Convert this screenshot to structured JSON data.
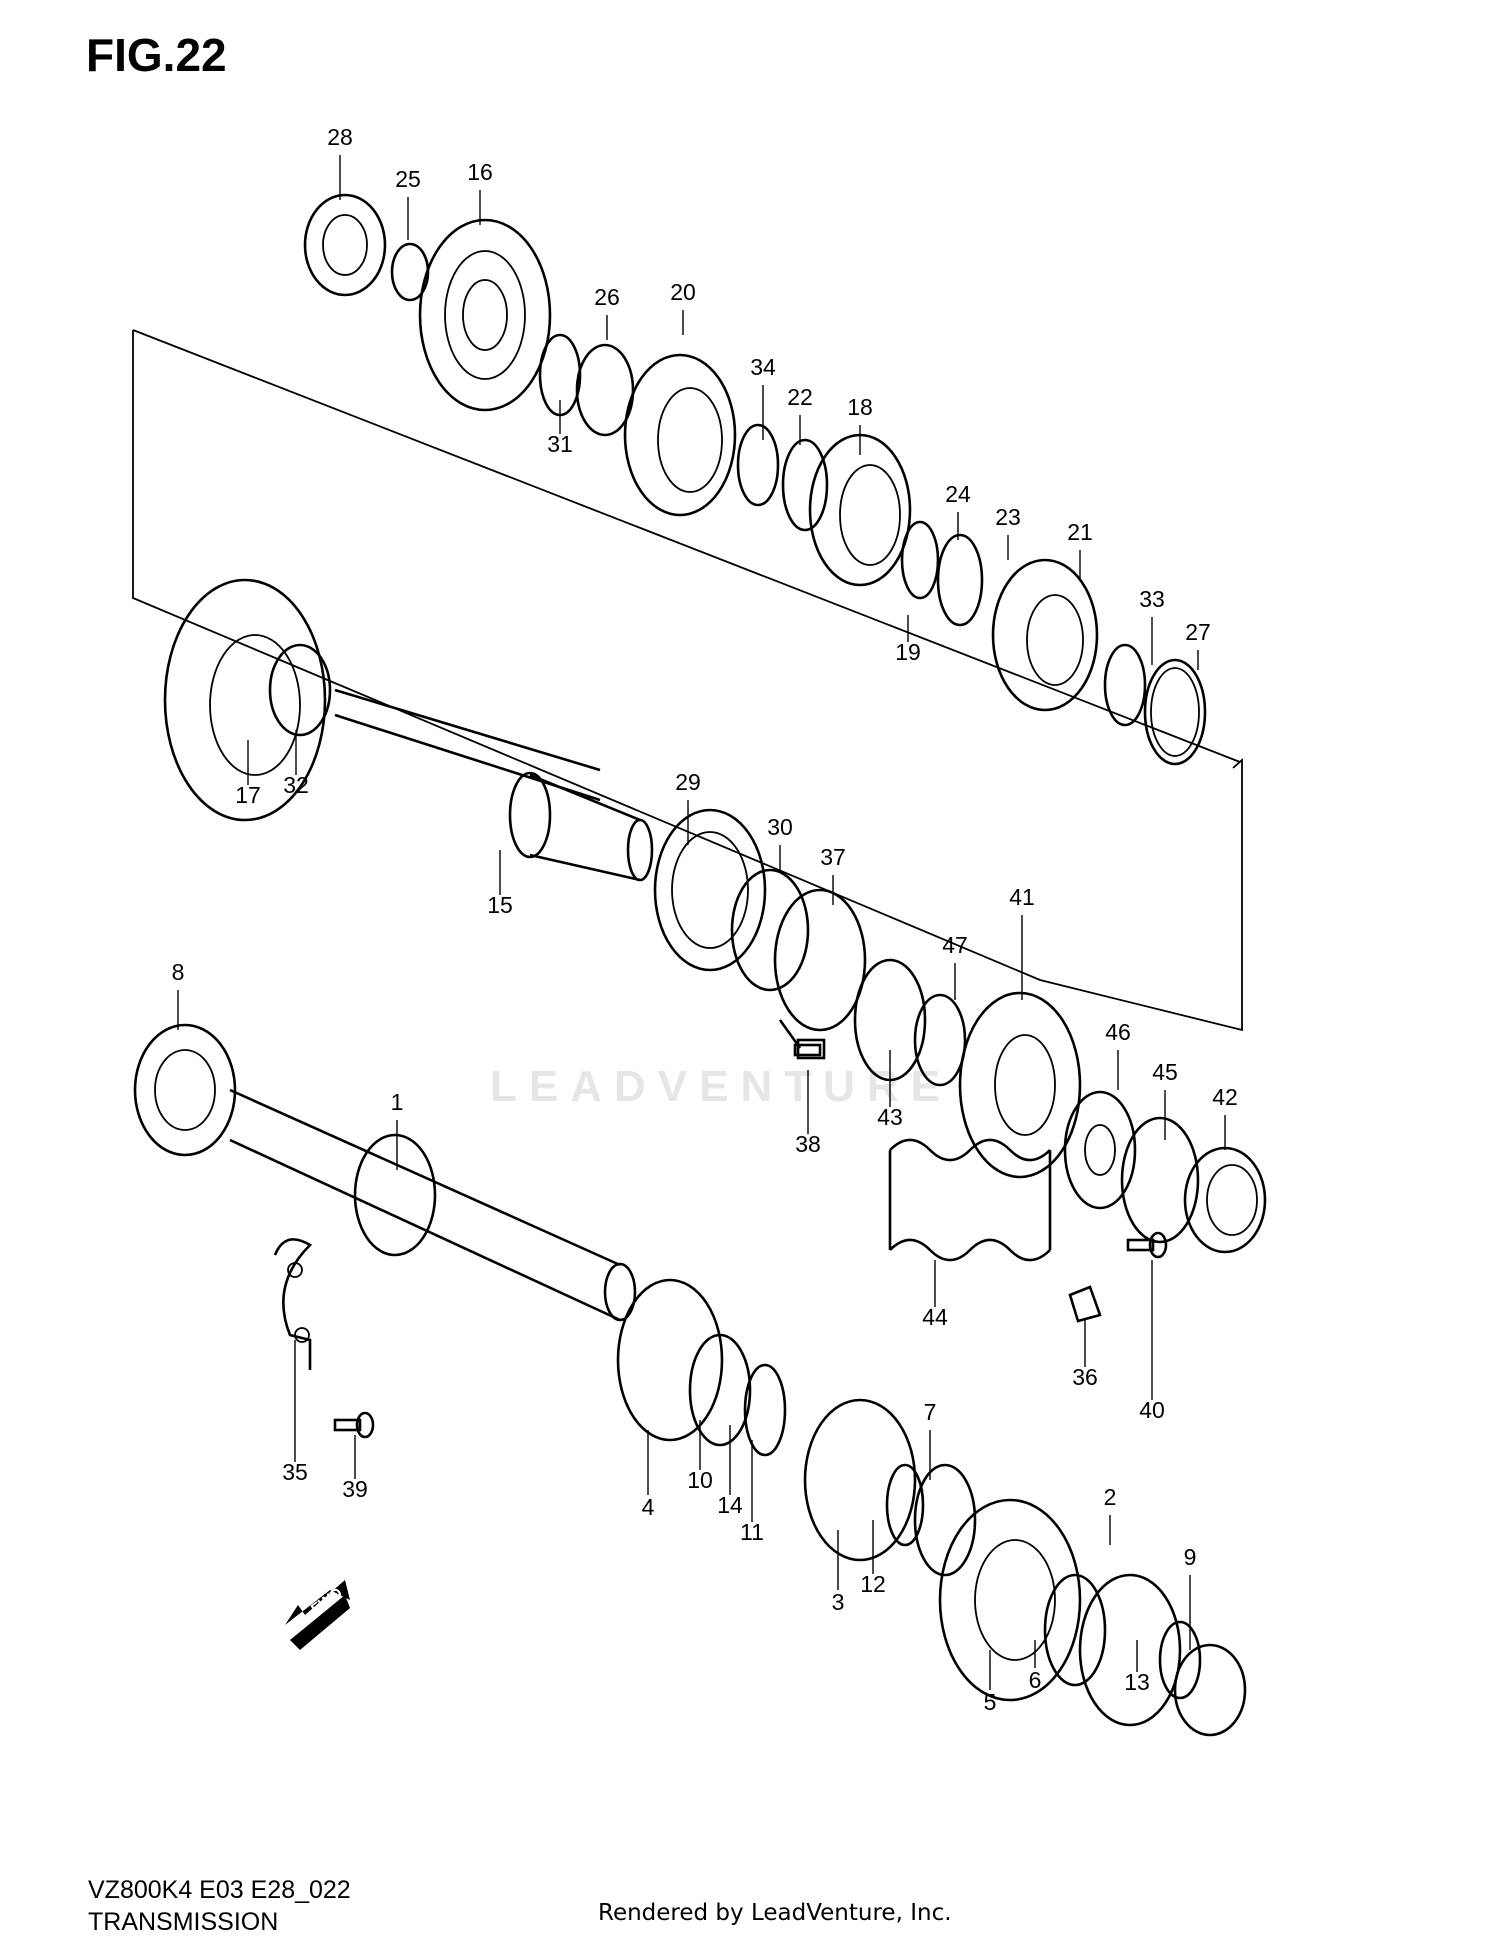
{
  "figure": {
    "title": "FIG.22",
    "model_code": "VZ800K4 E03 E28_022",
    "section_name": "TRANSMISSION",
    "rendered_by": "Rendered by LeadVenture, Inc.",
    "watermark": "LEADVENTURE"
  },
  "fwd_label": "FWD",
  "callouts": [
    "1",
    "2",
    "3",
    "4",
    "5",
    "6",
    "7",
    "8",
    "9",
    "10",
    "11",
    "12",
    "13",
    "14",
    "15",
    "16",
    "17",
    "18",
    "19",
    "20",
    "21",
    "22",
    "23",
    "24",
    "25",
    "26",
    "27",
    "28",
    "29",
    "30",
    "31",
    "32",
    "33",
    "34",
    "35",
    "36",
    "37",
    "38",
    "39",
    "40",
    "41",
    "42",
    "43",
    "44",
    "45",
    "46",
    "47"
  ],
  "colors": {
    "line": "#000000",
    "background": "#ffffff",
    "watermark": "#e6e6e6"
  }
}
